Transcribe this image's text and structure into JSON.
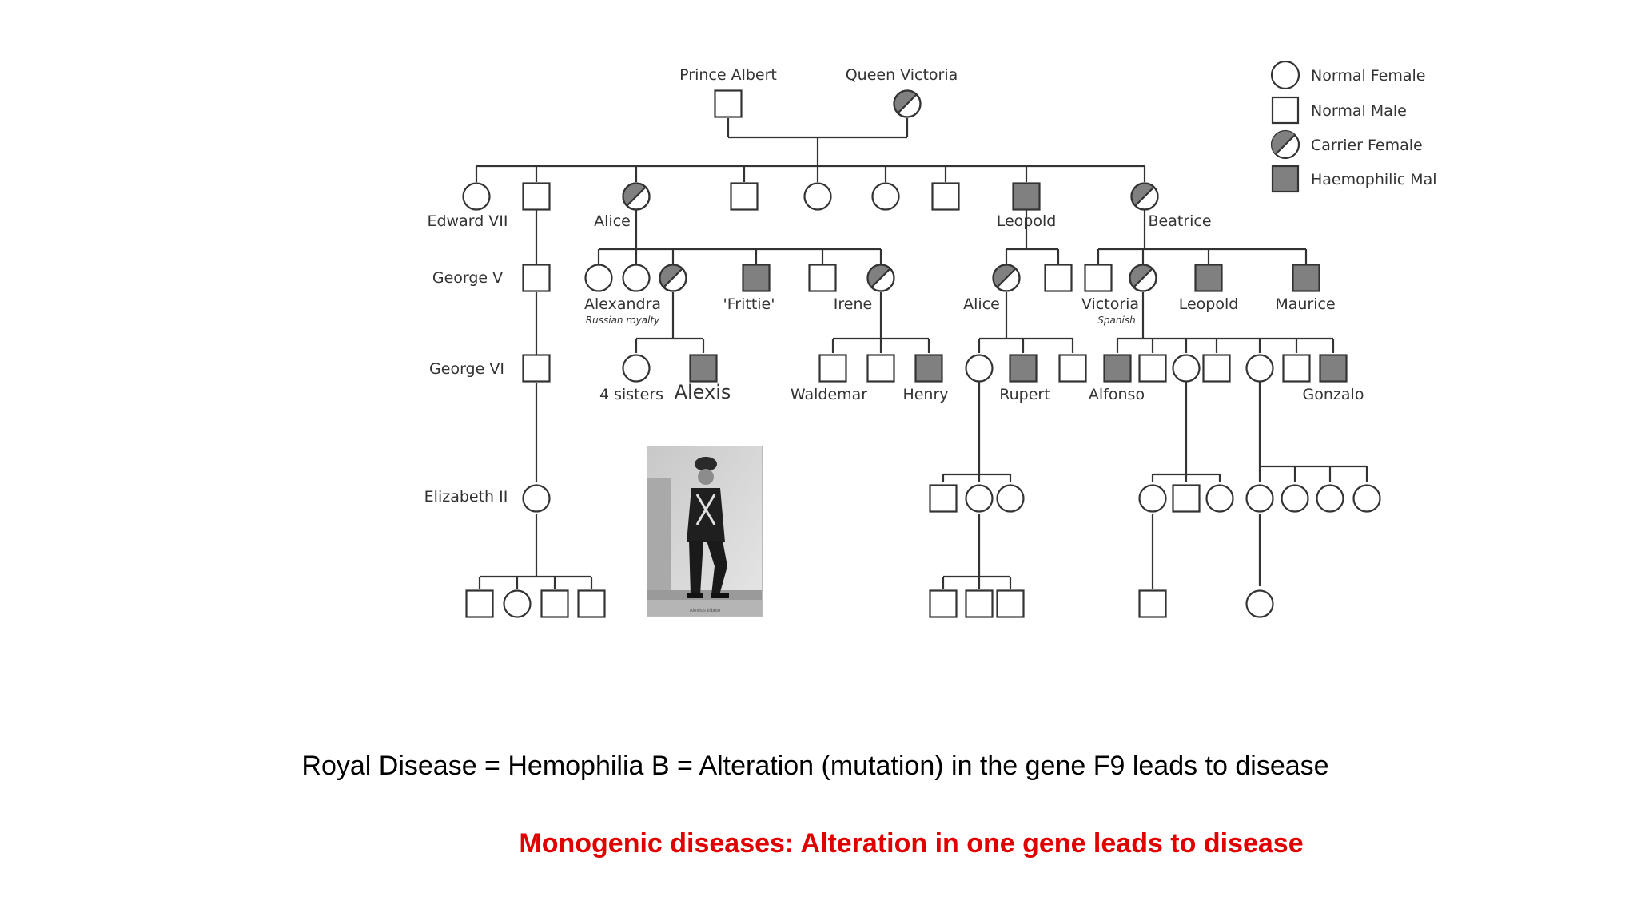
{
  "pedigree": {
    "names": {
      "prince_albert": "Prince Albert",
      "queen_victoria": "Queen Victoria",
      "edward_vii": "Edward VII",
      "alice_1": "Alice",
      "leopold_1": "Leopold",
      "beatrice": "Beatrice",
      "george_v": "George V",
      "alexandra": "Alexandra",
      "alexandra_note": "Russian royalty",
      "frittie": "'Frittie'",
      "irene": "Irene",
      "alice_2": "Alice",
      "victoria": "Victoria",
      "victoria_note": "Spanish",
      "leopold_2": "Leopold",
      "maurice": "Maurice",
      "george_vi": "George VI",
      "four_sisters": "4 sisters",
      "alexis": "Alexis",
      "waldemar": "Waldemar",
      "henry": "Henry",
      "rupert": "Rupert",
      "alfonso": "Alfonso",
      "gonzalo": "Gonzalo",
      "elizabeth_ii": "Elizabeth II"
    },
    "legend": {
      "normal_female": "Normal Female",
      "normal_male": "Normal Male",
      "carrier_female": "Carrier Female",
      "haemophilic_male": "Haemophilic Mal"
    },
    "colors": {
      "line": "#333333",
      "affected_fill": "#808080",
      "carrier_fill": "#808080",
      "normal_fill": "#ffffff"
    }
  },
  "photo": {
    "caption": "Alexis's tribute"
  },
  "captions": {
    "line1": "Royal Disease = Hemophilia B = Alteration (mutation) in the gene F9 leads to disease",
    "line2": "Monogenic diseases:  Alteration in one gene leads to disease"
  }
}
